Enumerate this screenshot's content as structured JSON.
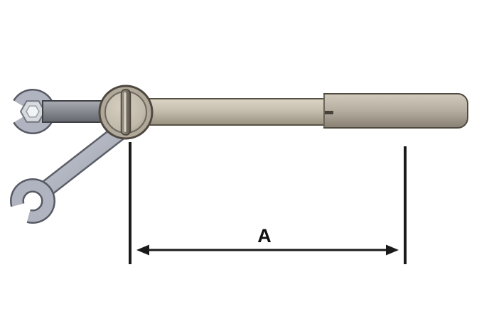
{
  "diagram": {
    "dimension_label": "A"
  },
  "parts": {
    "torque_wrench": "torque-wrench",
    "pivot_head": "pivot-head",
    "shaft": "wrench-shaft",
    "handle": "wrench-handle",
    "open_end_top": "open-end-wrench-horizontal",
    "open_end_angled": "open-end-wrench-angled",
    "hex_nut": "hex-nut",
    "dimension": "dimension-A"
  },
  "colors": {
    "measurement_line": "#1a1a1a",
    "wrench_body": "#c6bfaf",
    "wrench_handle": "#b5aea0",
    "steel_attachment": "#b0b4c0",
    "adapter_bar": "#85878f"
  }
}
